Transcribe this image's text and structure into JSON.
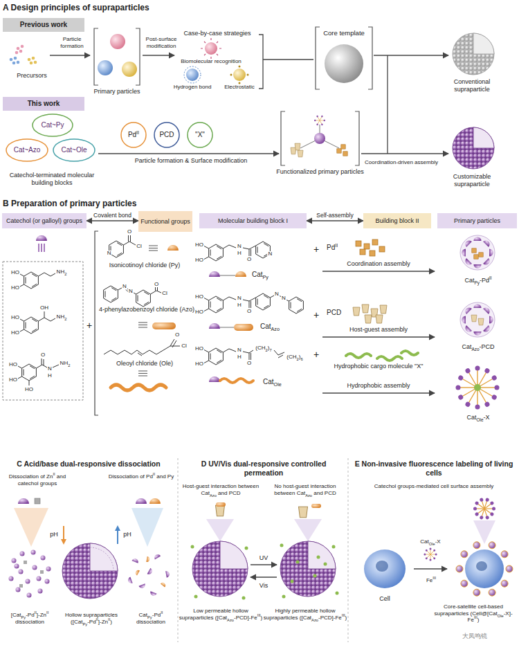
{
  "diagram": {
    "nodes": [
      {
        "text": [
          "Previous work"
        ]
      },
      {
        "text": [
          "Primary particles"
        ]
      },
      {
        "text": [
          "Core template"
        ]
      },
      {
        "text": [
          "This work"
        ]
      },
      {
        "text": [
          "Cat~Py"
        ]
      },
      {
        "text": [
          "Cat~Azo"
        ]
      },
      {
        "text": [
          "Cat~Ole"
        ]
      },
      {
        "text": [
          "PdII"
        ]
      },
      {
        "text": [
          "PCD"
        ]
      },
      {
        "text": [
          "\"X\""
        ]
      },
      {
        "text": [
          "Functionalized primary particles"
        ]
      },
      {
        "text": [
          "Catechol (or galloyl) groups"
        ]
      },
      {
        "text": [
          "Functional groups"
        ]
      },
      {
        "text": [
          "Molecular building block I"
        ]
      },
      {
        "text": [
          "Building block II"
        ]
      },
      {
        "text": [
          "Primary particles"
        ]
      }
    ],
    "edges": [
      {
        "from": 11,
        "to": 12,
        "arrow": "both",
        "label": "Covalent bond"
      },
      {
        "from": 13,
        "to": 14,
        "arrow": "both",
        "label": "Self-assembly"
      }
    ],
    "labels": [
      "A Design principles of supraparticles",
      "Precursors",
      "Particle formation",
      "Post-surface modification",
      "Case-by-case strategies",
      "Biomolecular recognition",
      "Hydrogen bond",
      "Electrostatic",
      "Conventional supraparticle",
      "Particle formation & Surface modification",
      "Coordination-driven assembly",
      "Customizable supraparticle",
      "Catechol-terminated molecular building blocks",
      "B Preparation of primary particles",
      "HO",
      "HO",
      "NH2",
      "HO",
      "HO",
      "NH2",
      "OH",
      "HO",
      "HO",
      "HO",
      "O",
      "N",
      "H",
      "NH2",
      "N",
      "O",
      "Cl",
      "Isonicotinoyl chloride (Py)",
      "N",
      "N",
      "O",
      "Cl",
      "4-phenylazobenzoyl chloride (Azo)",
      "O",
      "Cl",
      "Oleoyl chloride (Ole)",
      "HO",
      "HO",
      "N",
      "H",
      "O",
      "N",
      "CatPy",
      "HO",
      "HO",
      "N",
      "H",
      "O",
      "N",
      "N",
      "CatAzo",
      "HO",
      "HO",
      "N",
      "H",
      "O",
      "(CH2)7",
      "(CH2)6",
      "CatOle",
      "PdII",
      "Coordination assembly",
      "PCD",
      "Host-guest assembly",
      "Hydrophobic cargo molecule \"X\"",
      "Hydrophobic assembly",
      "+",
      "+",
      "+",
      "+",
      "CatPy-PdII",
      "CatAzo-PCD",
      "CatOle-X",
      "C Acid/base dual-responsive dissociation",
      "Dissociation of ZnII and catechol groups",
      "Dissociation of PdII and Py",
      "pH",
      "pH",
      "[CatPy-PdII]-ZnII dissociation",
      "Hollow supraparticles ([CatPy-PdII]-ZnII)",
      "CatPy-PdII dissociation",
      "D UV/Vis dual-responsive controlled permeation",
      "Host-guest interaction between CatAzo and PCD",
      "No host-guest interaction between CatAzo and PCD",
      "UV",
      "Vis",
      "Low permeable hollow supraparticles ([CatAzo-PCD]-FeIII)",
      "Highly permeable hollow supraparticles ([CatAzo-PCD]-FeIII)",
      "E Non-invasive fluorescence labeling of living cells",
      "Catechol groups-mediated cell surface assembly",
      "Cell",
      "CatOle-X",
      "FeIII",
      "Core-satellite cell-based supraparticles (Cell@[CatOle-X]-FeIII)",
      "大凤鸣镜"
    ]
  }
}
